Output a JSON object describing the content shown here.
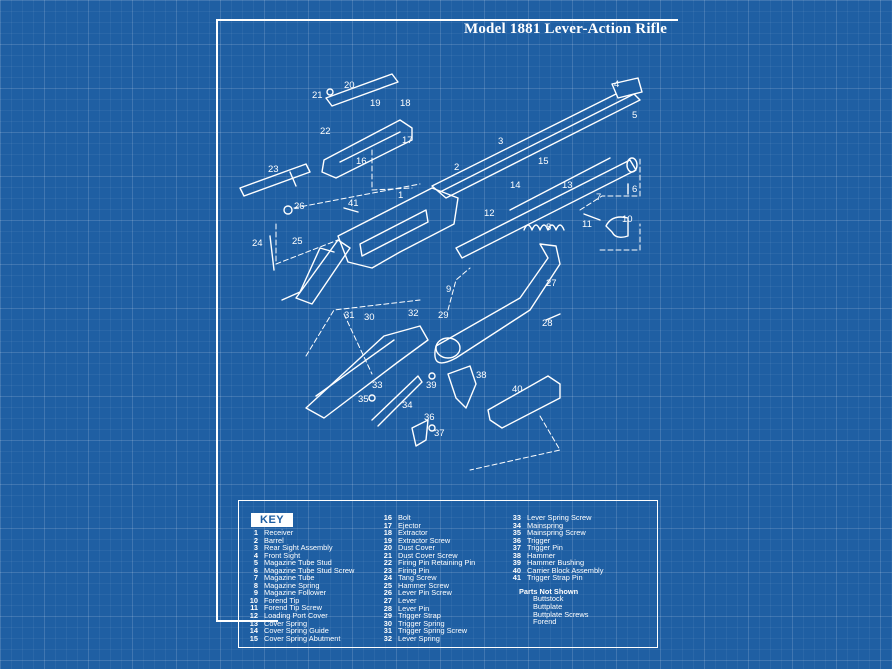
{
  "title": "Model 1881 Lever-Action Rifle",
  "key": {
    "heading": "KEY",
    "columns": [
      [
        {
          "n": "1",
          "label": "Receiver"
        },
        {
          "n": "2",
          "label": "Barrel"
        },
        {
          "n": "3",
          "label": "Rear Sight Assembly"
        },
        {
          "n": "4",
          "label": "Front Sight"
        },
        {
          "n": "5",
          "label": "Magazine Tube Stud"
        },
        {
          "n": "6",
          "label": "Magazine Tube Stud Screw"
        },
        {
          "n": "7",
          "label": "Magazine Tube"
        },
        {
          "n": "8",
          "label": "Magazine Spring"
        },
        {
          "n": "9",
          "label": "Magazine Follower"
        },
        {
          "n": "10",
          "label": "Forend Tip"
        },
        {
          "n": "11",
          "label": "Forend Tip Screw"
        },
        {
          "n": "12",
          "label": "Loading Port Cover"
        },
        {
          "n": "13",
          "label": "Cover Spring"
        },
        {
          "n": "14",
          "label": "Cover Spring Guide"
        },
        {
          "n": "15",
          "label": "Cover Spring Abutment"
        }
      ],
      [
        {
          "n": "16",
          "label": "Bolt"
        },
        {
          "n": "17",
          "label": "Ejector"
        },
        {
          "n": "18",
          "label": "Extractor"
        },
        {
          "n": "19",
          "label": "Extractor Screw"
        },
        {
          "n": "20",
          "label": "Dust Cover"
        },
        {
          "n": "21",
          "label": "Dust Cover Screw"
        },
        {
          "n": "22",
          "label": "Firing Pin Retaining Pin"
        },
        {
          "n": "23",
          "label": "Firing Pin"
        },
        {
          "n": "24",
          "label": "Tang Screw"
        },
        {
          "n": "25",
          "label": "Hammer Screw"
        },
        {
          "n": "26",
          "label": "Lever Pin Screw"
        },
        {
          "n": "27",
          "label": "Lever"
        },
        {
          "n": "28",
          "label": "Lever Pin"
        },
        {
          "n": "29",
          "label": "Trigger Strap"
        },
        {
          "n": "30",
          "label": "Trigger Spring"
        },
        {
          "n": "31",
          "label": "Trigger Spring Screw"
        },
        {
          "n": "32",
          "label": "Lever Spring"
        }
      ],
      [
        {
          "n": "33",
          "label": "Lever Spring Screw"
        },
        {
          "n": "34",
          "label": "Mainspring"
        },
        {
          "n": "35",
          "label": "Mainspring Screw"
        },
        {
          "n": "36",
          "label": "Trigger"
        },
        {
          "n": "37",
          "label": "Trigger Pin"
        },
        {
          "n": "38",
          "label": "Hammer"
        },
        {
          "n": "39",
          "label": "Hammer Bushing"
        },
        {
          "n": "40",
          "label": "Carrier Block Assembly"
        },
        {
          "n": "41",
          "label": "Trigger Strap Pin"
        }
      ]
    ],
    "not_shown_heading": "Parts Not Shown",
    "not_shown": [
      "Buttstock",
      "Buttplate",
      "Buttplate Screws",
      "Forend"
    ]
  },
  "callouts": [
    "1",
    "2",
    "3",
    "4",
    "5",
    "6",
    "7",
    "8",
    "9",
    "10",
    "11",
    "12",
    "13",
    "14",
    "15",
    "16",
    "17",
    "18",
    "19",
    "20",
    "21",
    "22",
    "23",
    "24",
    "25",
    "26",
    "27",
    "28",
    "29",
    "30",
    "31",
    "32",
    "33",
    "34",
    "35",
    "36",
    "37",
    "38",
    "39",
    "40",
    "41"
  ]
}
